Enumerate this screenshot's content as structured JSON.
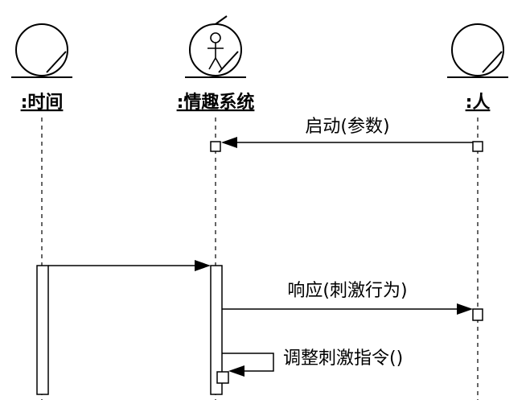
{
  "lifelines": [
    {
      "id": "time",
      "name": ":时间"
    },
    {
      "id": "system",
      "name": ":情趣系统"
    },
    {
      "id": "person",
      "name": ":人"
    }
  ],
  "messages": [
    {
      "label": "启动(参数)",
      "from": ":人",
      "to": ":情趣系统"
    },
    {
      "label": "",
      "from": ":时间",
      "to": ":情趣系统"
    },
    {
      "label": "响应(刺激行为)",
      "from": ":情趣系统",
      "to": ":人"
    },
    {
      "label": "调整刺激指令()",
      "from": ":情趣系统",
      "to": ":情趣系统"
    }
  ]
}
